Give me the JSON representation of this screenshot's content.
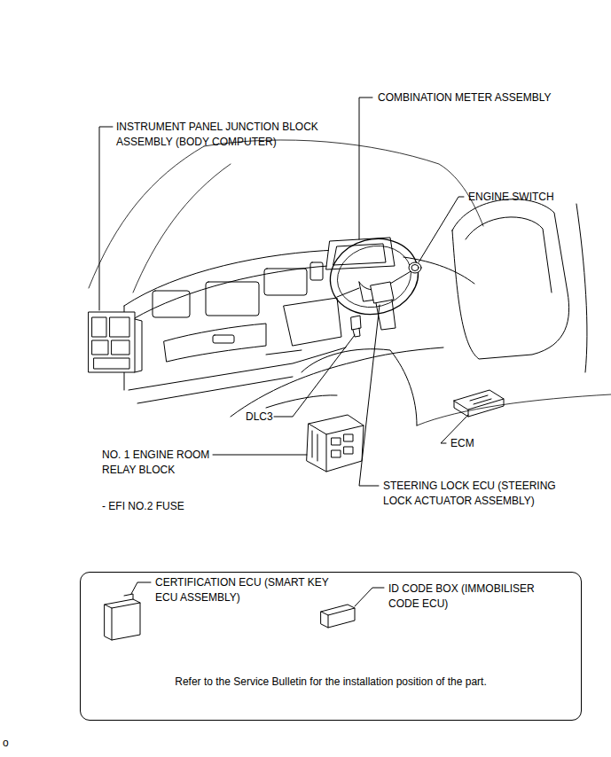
{
  "diagram": {
    "nodes": [
      {
        "text": [
          "CERTIFICATION ECU (SMART KEY ECU ASSEMBLY)",
          "ID CODE BOX (IMMOBILISER CODE ECU)",
          "Refer to the Service Bulletin for the installation position of the part."
        ]
      }
    ],
    "labels": [
      "COMBINATION METER ASSEMBLY",
      "INSTRUMENT PANEL JUNCTION BLOCK ASSEMBLY (BODY COMPUTER)",
      "ENGINE SWITCH",
      "DLC3",
      "ECM",
      "NO. 1 ENGINE ROOM RELAY BLOCK",
      "- EFI NO.2 FUSE",
      "STEERING LOCK ECU (STEERING LOCK ACTUATOR ASSEMBLY)",
      "o"
    ]
  }
}
